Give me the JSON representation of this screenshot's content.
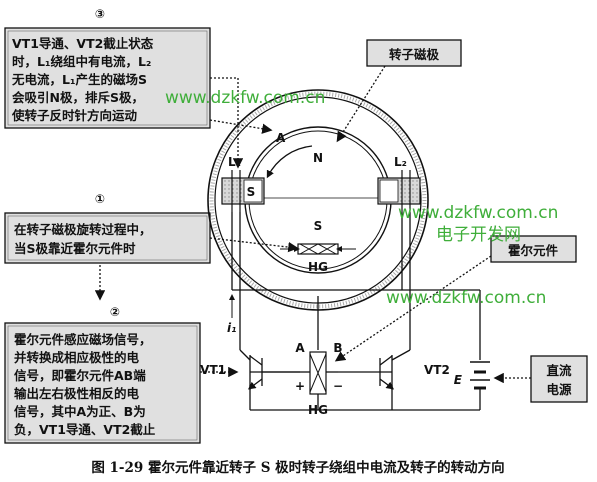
{
  "steps": {
    "step3": {
      "number": "③",
      "lines": [
        "VT1导通、VT2截止状态",
        "时，L₁绕组中有电流，L₂",
        "无电流，L₁产生的磁场S",
        "会吸引N极，排斥S极，",
        "使转子反时针方向运动"
      ]
    },
    "step1": {
      "number": "①",
      "lines": [
        "在转子磁极旋转过程中，",
        "当S极靠近霍尔元件时"
      ]
    },
    "step2": {
      "number": "②",
      "lines": [
        "霍尔元件感应磁场信号，",
        "并转换成相应极性的电",
        "信号，即霍尔元件AB端",
        "输出左右极性相反的电",
        "信号，其中A为正、B为",
        "负，VT1导通、VT2截止"
      ]
    }
  },
  "callouts": {
    "rotor_pole": "转子磁极",
    "hall_element": "霍尔元件",
    "dc_power": [
      "直流",
      "电源"
    ]
  },
  "labels": {
    "rotation": "A",
    "north": "N",
    "south": "S",
    "s_coil_pole": "S",
    "l1": "L₁",
    "l2": "L₂",
    "hg_top": "HG",
    "hg_bottom": "HG",
    "a_terminal": "A",
    "b_terminal": "B",
    "plus": "+",
    "minus": "−",
    "i1": "i₁",
    "vt1": "VT1",
    "vt2": "VT2",
    "e": "E"
  },
  "watermarks": [
    "www.dzkfw.com.cn",
    "www.dzkfw.com.cn",
    "电子开发网",
    "www.dzkfw.com.cn"
  ],
  "caption": "图 1-29   霍尔元件靠近转子 S 极时转子绕组中电流及转子的转动方向"
}
